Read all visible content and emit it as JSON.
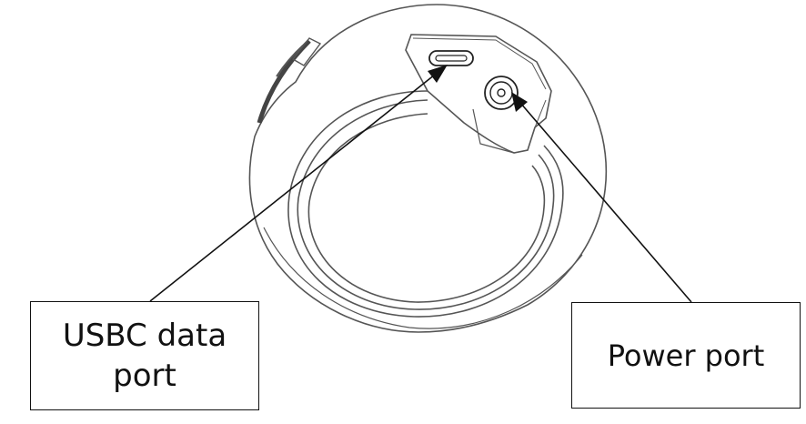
{
  "labels": {
    "usbc_line1": "USBC data",
    "usbc_line2": "port",
    "power": "Power port"
  },
  "colors": {
    "line": "#111111",
    "device_gray": "#555555",
    "background": "#ffffff"
  }
}
